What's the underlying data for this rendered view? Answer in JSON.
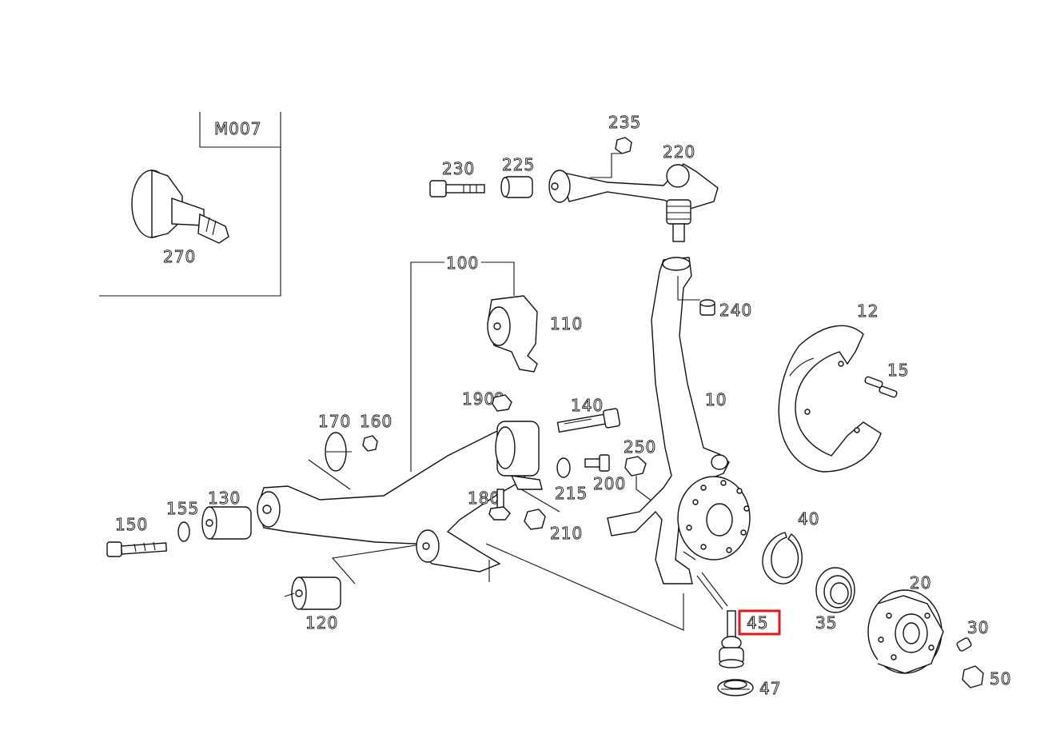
{
  "diagram": {
    "inset_code": "M007",
    "labels": {
      "p270": "270",
      "p235": "235",
      "p230": "230",
      "p225": "225",
      "p220": "220",
      "p100": "100",
      "p110": "110",
      "p240": "240",
      "p12": "12",
      "p15": "15",
      "p10": "10",
      "p190": "190",
      "p8": "8",
      "p140": "140",
      "p170": "170",
      "p160": "160",
      "p250": "250",
      "p200": "200",
      "p215": "215",
      "p180": "180",
      "p210": "210",
      "p130": "130",
      "p155": "155",
      "p150": "150",
      "p120": "120",
      "p40": "40",
      "p45": "45",
      "p35": "35",
      "p20": "20",
      "p30": "30",
      "p50": "50",
      "p47": "47"
    },
    "highlighted_part": "45",
    "highlight_color": "#e8141b",
    "line_color": "#111111"
  }
}
